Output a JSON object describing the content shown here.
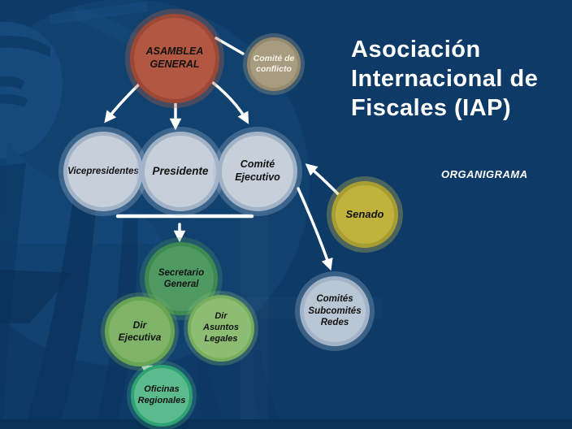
{
  "slide": {
    "title": "Asociación Internacional de Fiscales (IAP)",
    "subtitle": "ORGANIGRAMA"
  },
  "nodes": {
    "asamblea_general": {
      "label": "ASAMBLEA\nGENERAL",
      "color": "#b25741"
    },
    "comite_conflicto": {
      "label": "Comité de\nconflicto",
      "color": "#a79b80"
    },
    "vicepresidentes": {
      "label": "Vicepresidentes",
      "color": "#c6cfda"
    },
    "presidente": {
      "label": "Presidente",
      "color": "#c6cfda"
    },
    "comite_ejecutivo": {
      "label": "Comité\nEjecutivo",
      "color": "#c6cfda"
    },
    "senado": {
      "label": "Senado",
      "color": "#c0b23c"
    },
    "secretario_general": {
      "label": "Secretario\nGeneral",
      "color": "#4f9a62"
    },
    "dir_ejecutiva": {
      "label": "Dir\nEjecutiva",
      "color": "#7fb468"
    },
    "dir_asuntos_legales": {
      "label": "Dir\nAsuntos\nLegales",
      "color": "#8cbd72"
    },
    "comites_subcomites_redes": {
      "label": "Comités\nSubcomités\nRedes",
      "color": "#b9c6d3"
    },
    "oficinas_regionales": {
      "label": "Oficinas\nRegionales",
      "color": "#5bbb8d"
    }
  },
  "edges": [
    {
      "from": "ASAMBLEA GENERAL",
      "to": "Vicepresidentes",
      "type": "arrow"
    },
    {
      "from": "ASAMBLEA GENERAL",
      "to": "Presidente",
      "type": "arrow"
    },
    {
      "from": "ASAMBLEA GENERAL",
      "to": "Comité Ejecutivo",
      "type": "arrow"
    },
    {
      "from": "ASAMBLEA GENERAL",
      "to": "Comité de conflicto",
      "type": "line"
    },
    {
      "from": "Presidente",
      "to": "Secretario General",
      "type": "arrow"
    },
    {
      "from": "Senado",
      "to": "Comité Ejecutivo",
      "type": "arrow"
    },
    {
      "from": "Comité Ejecutivo",
      "to": "Comités Subcomités Redes",
      "type": "arrow"
    },
    {
      "from": "Dir Ejecutiva",
      "to": "Oficinas Regionales",
      "type": "arrow"
    }
  ],
  "colors": {
    "background": "#0d3a66",
    "connector": "#ffffff",
    "title_text": "#ffffff"
  }
}
